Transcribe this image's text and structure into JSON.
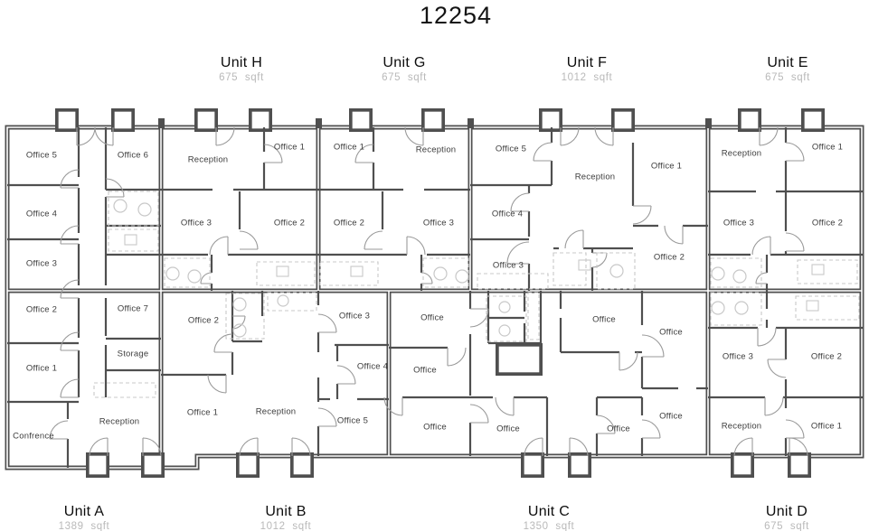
{
  "title": "12254",
  "units": [
    {
      "name": "Unit H",
      "sqft": "675 sqft"
    },
    {
      "name": "Unit G",
      "sqft": "675 sqft"
    },
    {
      "name": "Unit F",
      "sqft": "1012 sqft"
    },
    {
      "name": "Unit E",
      "sqft": "675 sqft"
    },
    {
      "name": "Unit A",
      "sqft": "1389 sqft"
    },
    {
      "name": "Unit B",
      "sqft": "1012 sqft"
    },
    {
      "name": "Unit C",
      "sqft": "1350 sqft"
    },
    {
      "name": "Unit D",
      "sqft": "675 sqft"
    }
  ],
  "rooms": [
    {
      "label": "Office 5"
    },
    {
      "label": "Office 6"
    },
    {
      "label": "Office 4"
    },
    {
      "label": "Office 3"
    },
    {
      "label": "Office 2"
    },
    {
      "label": "Office 7"
    },
    {
      "label": "Storage"
    },
    {
      "label": "Office 1"
    },
    {
      "label": "Reception"
    },
    {
      "label": "Confrence"
    },
    {
      "label": "Reception"
    },
    {
      "label": "Office 1"
    },
    {
      "label": "Office 3"
    },
    {
      "label": "Office 2"
    },
    {
      "label": "Office 1"
    },
    {
      "label": "Reception"
    },
    {
      "label": "Office 2"
    },
    {
      "label": "Office 3"
    },
    {
      "label": "Office 5"
    },
    {
      "label": "Reception"
    },
    {
      "label": "Office 1"
    },
    {
      "label": "Office 4"
    },
    {
      "label": "Office 3"
    },
    {
      "label": "Office 2"
    },
    {
      "label": "Reception"
    },
    {
      "label": "Office 1"
    },
    {
      "label": "Office 3"
    },
    {
      "label": "Office 2"
    },
    {
      "label": "Office 2"
    },
    {
      "label": "Office 3"
    },
    {
      "label": "Office 4"
    },
    {
      "label": "Office 1"
    },
    {
      "label": "Reception"
    },
    {
      "label": "Office 5"
    },
    {
      "label": "Office"
    },
    {
      "label": "Office"
    },
    {
      "label": "Office"
    },
    {
      "label": "Office"
    },
    {
      "label": "Office"
    },
    {
      "label": "Office"
    },
    {
      "label": "Office"
    },
    {
      "label": "Office"
    },
    {
      "label": "Office 3"
    },
    {
      "label": "Office 2"
    },
    {
      "label": "Reception"
    },
    {
      "label": "Office 1"
    }
  ],
  "colors": {
    "wall": "#4f4f4f",
    "door": "#9a9a9a",
    "fixture": "#c8c8c8",
    "title_text": "#141414",
    "room_text": "#3d3d3d",
    "sqft_text": "#b9b9b9"
  }
}
